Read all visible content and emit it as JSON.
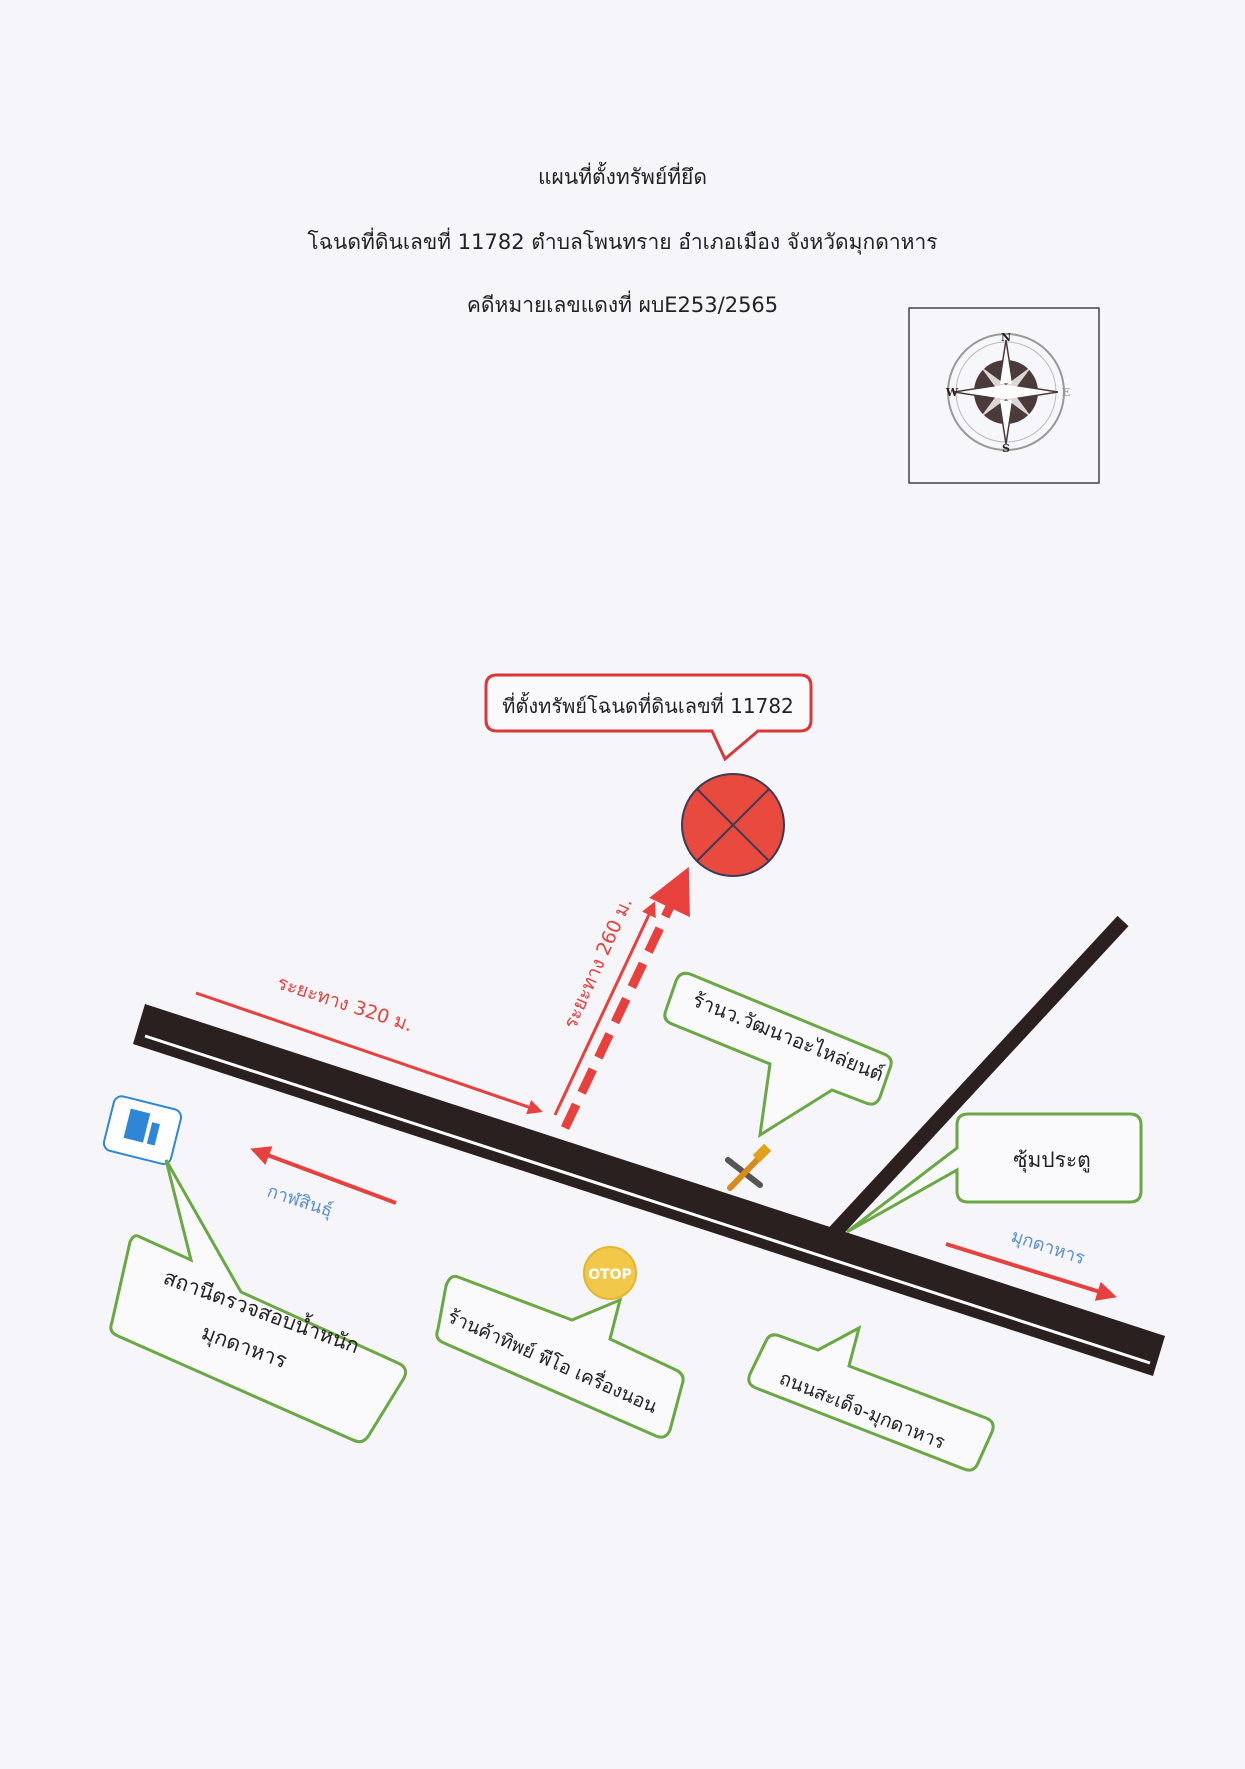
{
  "header": {
    "title": "แผนที่ตั้งทรัพย์ที่ยึด",
    "deed_line": "โฉนดที่ดินเลขที่ 11782 ตำบลโพนทราย อำเภอเมือง จังหวัดมุกดาหาร",
    "case_line": "คดีหมายเลขแดงที่ ผบE253/2565"
  },
  "compass": {
    "n": "N",
    "s": "S",
    "e": "E",
    "w": "W"
  },
  "map": {
    "target_label": "ที่ตั้งทรัพย์โฉนดที่ดินเลขที่ 11782",
    "distance_road": "ระยะทาง 320 ม.",
    "distance_lane": "ระยะทาง 260 ม.",
    "direction_left": "กาฬสินธุ์",
    "direction_right": "มุกดาหาร",
    "shop_parts": "ร้านว.วัฒนาอะไหล่ยนต์",
    "junction": "ซุ้มประตู",
    "weigh_station_1": "สถานีตรวจสอบน้ำหนัก",
    "weigh_station_2": "มุกดาหาร",
    "otop_shop": "ร้านค้าทิพย์ พีโอ เครื่องนอน",
    "road_name": "ถนนสะเด็จ-มุกดาหาร",
    "otop_badge": "OTOP",
    "colors": {
      "road": "#2b2020",
      "arrow_red": "#e8403c",
      "target_fill": "#e84a3e",
      "callout_green": "#69a843",
      "callout_red": "#d9373a",
      "direction_blue": "#5b8fd6",
      "gas_icon": "#2f86d6"
    }
  }
}
